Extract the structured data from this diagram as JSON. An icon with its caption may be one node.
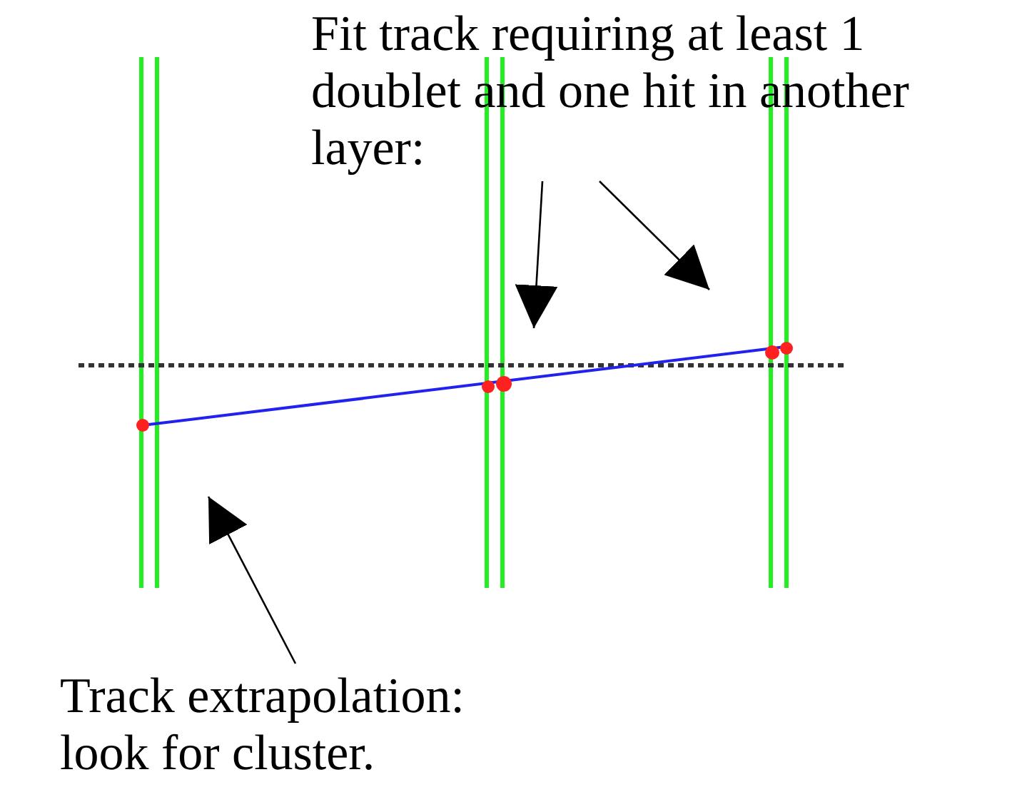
{
  "diagram": {
    "nodes": [
      {
        "text": [
          "Fit track requiring at least 1 doublet and one hit in another layer:"
        ]
      },
      {
        "text": [
          "Track extrapolation: look for cluster."
        ]
      }
    ],
    "edges": [
      {
        "from": 0,
        "to": null,
        "arrow": "to"
      },
      {
        "from": 0,
        "to": null,
        "arrow": "to"
      },
      {
        "from": 1,
        "to": null,
        "arrow": "to"
      }
    ]
  }
}
